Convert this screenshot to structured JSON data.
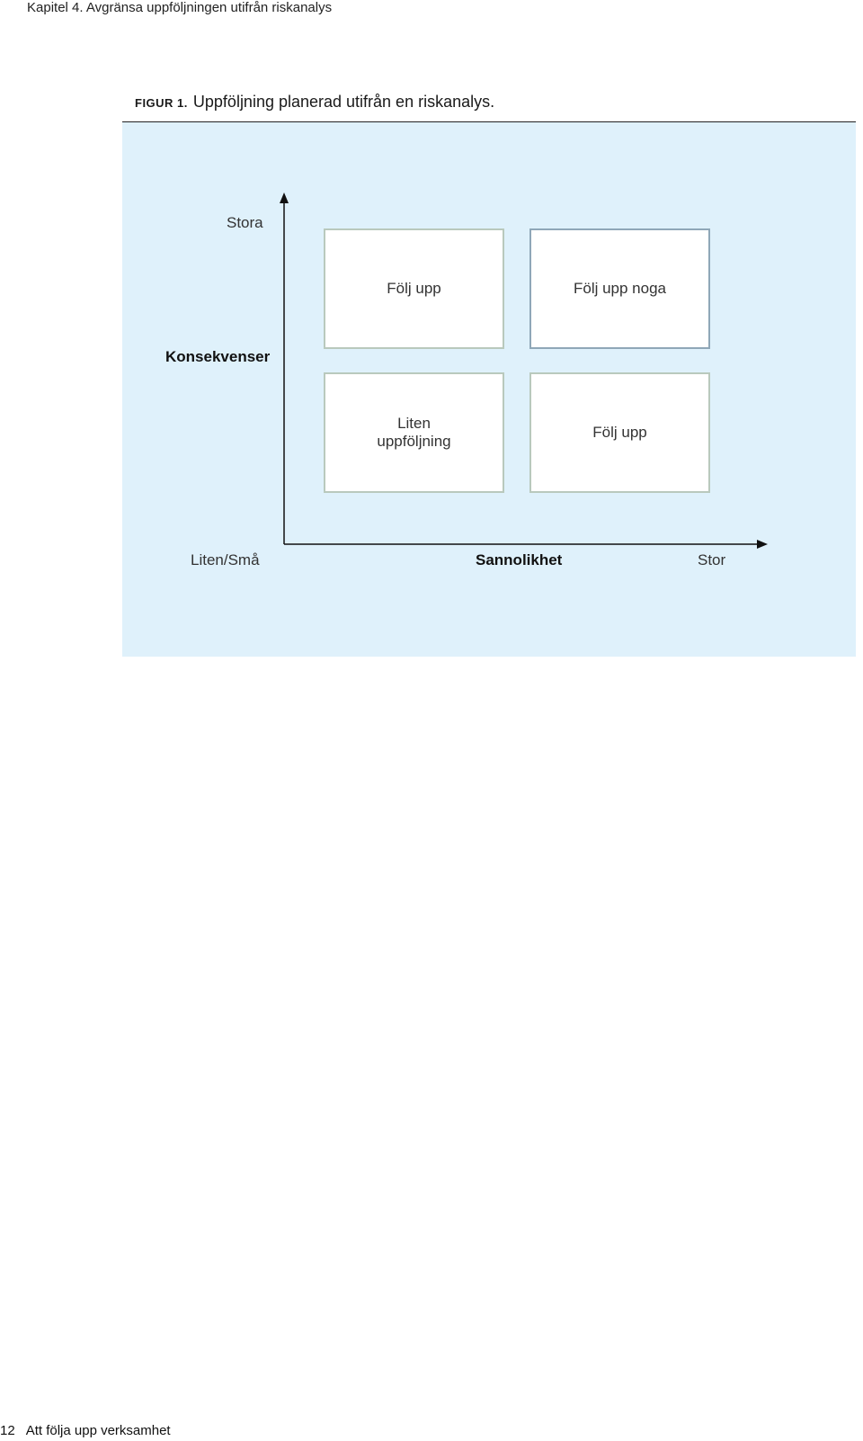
{
  "header": {
    "running_title": "Kapitel 4. Avgränsa uppföljningen utifrån riskanalys"
  },
  "figure": {
    "label": "FIGUR 1.",
    "caption": "Uppföljning planerad utifrån en riskanalys.",
    "y_axis": {
      "high_label": "Stora",
      "title": "Konsekvenser"
    },
    "x_axis": {
      "low_label": "Liten/Små",
      "title": "Sannolikhet",
      "high_label": "Stor"
    },
    "cells": {
      "top_left": "Följ upp",
      "top_right": "Följ upp noga",
      "bottom_left_line1": "Liten",
      "bottom_left_line2": "uppföljning",
      "bottom_right": "Följ upp"
    }
  },
  "footer": {
    "page_number": "12",
    "title": "Att följa upp verksamhet"
  }
}
